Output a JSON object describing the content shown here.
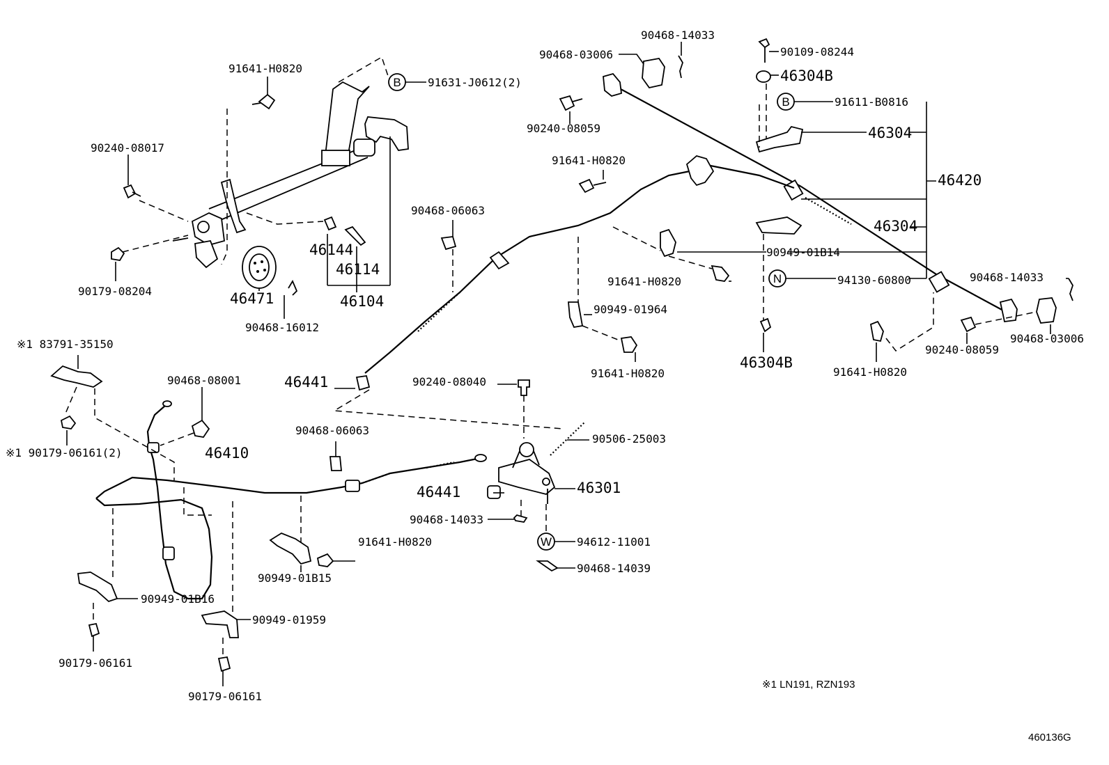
{
  "note": "※1 LN191, RZN193",
  "diagram_code": "460136G",
  "labels": {
    "p91641_h0820_a": "91641-H0820",
    "p91631_j0612": "91631-J0612(2)",
    "p90240_08017": "90240-08017",
    "p90179_08204": "90179-08204",
    "p46144": "46144",
    "p46114": "46114",
    "p46104": "46104",
    "p46471": "46471",
    "p90468_16012": "90468-16012",
    "p90468_06063_a": "90468-06063",
    "p90468_03006_a": "90468-03006",
    "p90468_14033_a": "90468-14033",
    "p90240_08059_a": "90240-08059",
    "p90109_08244": "90109-08244",
    "p46304b_a": "46304B",
    "p91611_b0816": "91611-B0816",
    "p46304_a": "46304",
    "p46420": "46420",
    "p46304_b": "46304",
    "p91641_h0820_b": "91641-H0820",
    "p90949_01b14": "90949-01B14",
    "p91641_h0820_c": "91641-H0820",
    "p94130_60800": "94130-60800",
    "p90949_01964": "90949-01964",
    "p90468_14033_b": "90468-14033",
    "p91641_h0820_d": "91641-H0820",
    "p46304b_b": "46304B",
    "p91641_h0820_e": "91641-H0820",
    "p90240_08059_b": "90240-08059",
    "p90468_03006_b": "90468-03006",
    "p83791_35150": "※1 83791-35150",
    "p90468_08001": "90468-08001",
    "p90179_06161_2": "※1 90179-06161(2)",
    "p46410": "46410",
    "p46441_a": "46441",
    "p90240_08040": "90240-08040",
    "p90506_25003": "90506-25003",
    "p90468_06063_b": "90468-06063",
    "p46441_b": "46441",
    "p46301": "46301",
    "p90468_14033_c": "90468-14033",
    "p91641_h0820_f": "91641-H0820",
    "p94612_11001": "94612-11001",
    "p90949_01b15": "90949-01B15",
    "p90468_14039": "90468-14039",
    "p90949_01b16": "90949-01B16",
    "p90949_01959": "90949-01959",
    "p90179_06161_a": "90179-06161",
    "p90179_06161_b": "90179-06161"
  },
  "markers": {
    "b1": "B",
    "b2": "B",
    "n": "N",
    "w": "W"
  }
}
